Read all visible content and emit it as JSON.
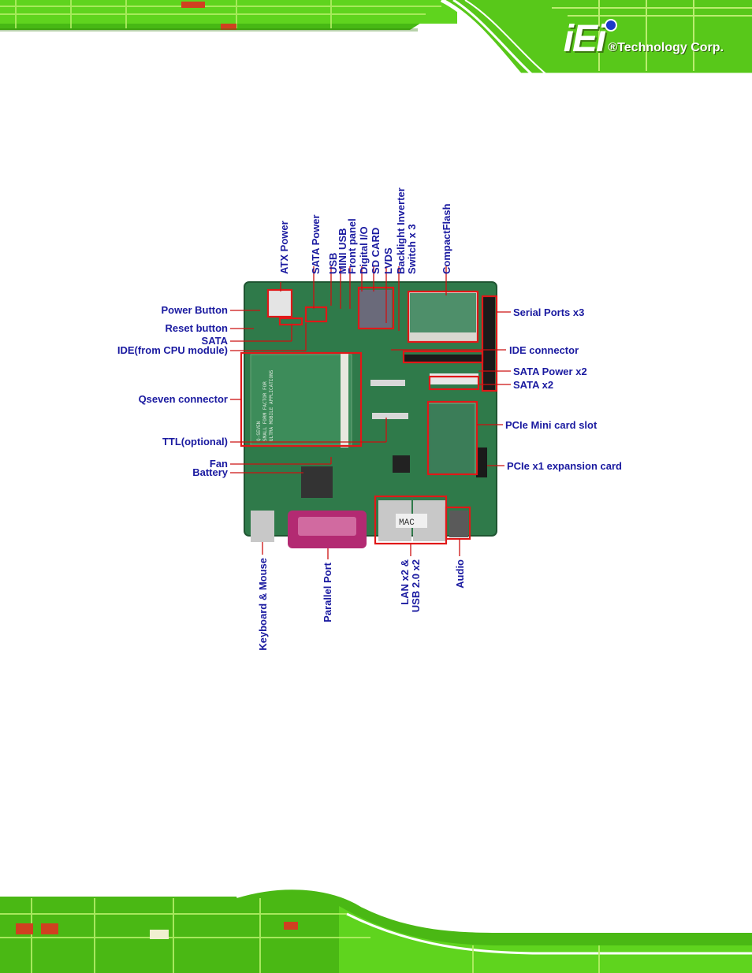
{
  "header": {
    "logo_mark": "iEi",
    "logo_text": "®Technology Corp."
  },
  "figure": {
    "top_labels": [
      "ATX  Power",
      "SATA Power",
      "USB",
      "MINI USB",
      "Front panel",
      "Digital I/O",
      "SD CARD",
      "LVDS",
      "Backlight Inverter",
      "Switch x 3",
      "CompactFlash"
    ],
    "left_labels": [
      "Power Button",
      "Reset button",
      "SATA",
      "IDE(from CPU module)",
      "Qseven connector",
      "TTL(optional)",
      "Fan",
      "Battery"
    ],
    "right_labels": [
      "Serial Ports x3",
      "IDE connector",
      "SATA Power x2",
      "SATA x2",
      "PCIe Mini card slot",
      "PCIe  x1 expansion card"
    ],
    "bottom_labels": [
      "Keyboard & Mouse",
      "Parallel Port",
      "LAN x2  &",
      "USB 2.0 x2",
      "Audio"
    ],
    "board_text": [
      "Q-SEVEN",
      "SMALL FORM FACTOR FOR",
      "ULTRA MOBILE APPLICATIONS"
    ],
    "mac_sticker": "MAC"
  },
  "colors": {
    "label": "#1a1aa0",
    "leader": "#cc1111",
    "board": "#2f7a4a",
    "pcb_band": "#5bd11a"
  }
}
